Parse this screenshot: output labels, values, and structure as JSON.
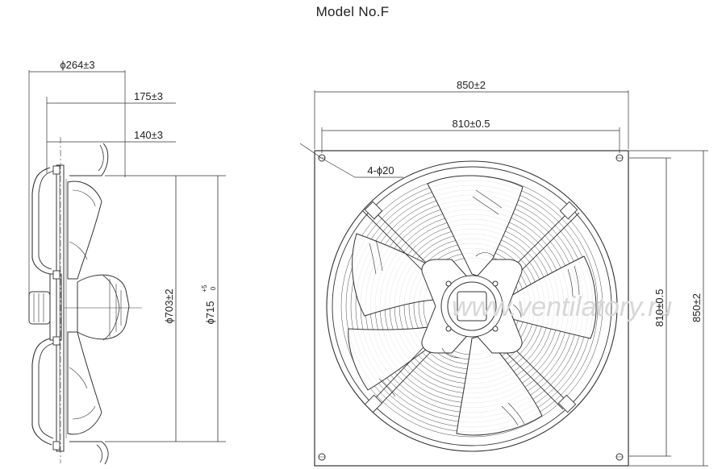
{
  "title": "Model No.F",
  "side_view": {
    "d_overall": "ϕ264±3",
    "d_175": "175±3",
    "d_140": "140±3",
    "d_703": "ϕ703±2",
    "d_715_main": "ϕ715",
    "d_715_upper": "+5",
    "d_715_lower": "0"
  },
  "front_view": {
    "width_outer": "850±2",
    "width_holes": "810±0.5",
    "holes": "4-ϕ20",
    "height_holes": "810±0.5",
    "height_outer": "850±2"
  },
  "watermark": "www.ventilatory.ru"
}
